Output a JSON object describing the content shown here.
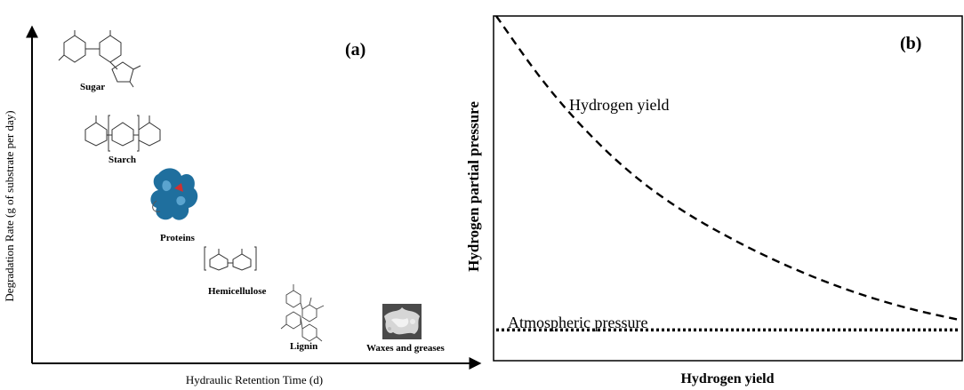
{
  "chart_data": [
    {
      "type": "scatter",
      "panel_label": "(a)",
      "xlabel": "Hydraulic Retention Time (d)",
      "ylabel": "Degradation  Rate (g of substrate per day)",
      "grid": false,
      "substrates": [
        {
          "name": "Sugar",
          "icon": "sugar-structure-icon"
        },
        {
          "name": "Starch",
          "icon": "starch-structure-icon"
        },
        {
          "name": "Proteins",
          "icon": "protein-structure-icon"
        },
        {
          "name": "Hemicellulose",
          "icon": "hemicellulose-structure-icon"
        },
        {
          "name": "Lignin",
          "icon": "lignin-structure-icon"
        },
        {
          "name": "Waxes and greases",
          "icon": "waxes-photo-icon"
        }
      ],
      "colors": {
        "protein": "#1f6f9e",
        "protein_highlight": "#d03030",
        "waxes": "#9a9a9a"
      }
    },
    {
      "type": "line",
      "panel_label": "(b)",
      "xlabel": "Hydrogen yield",
      "ylabel": "Hydrogen  partial pressure",
      "grid": false,
      "series": [
        {
          "name": "Hydrogen yield",
          "style": "dashed",
          "shape": "decaying-curve",
          "x": [
            0,
            0.1,
            0.2,
            0.3,
            0.4,
            0.5,
            0.6,
            0.7,
            0.8,
            0.9,
            1.0
          ],
          "y": [
            1.0,
            0.8,
            0.64,
            0.51,
            0.41,
            0.33,
            0.26,
            0.2,
            0.15,
            0.11,
            0.08
          ]
        },
        {
          "name": "Atmospheric pressure",
          "style": "dotted",
          "shape": "horizontal",
          "x": [
            0,
            1.0
          ],
          "y": [
            0.05,
            0.05
          ]
        }
      ]
    }
  ]
}
